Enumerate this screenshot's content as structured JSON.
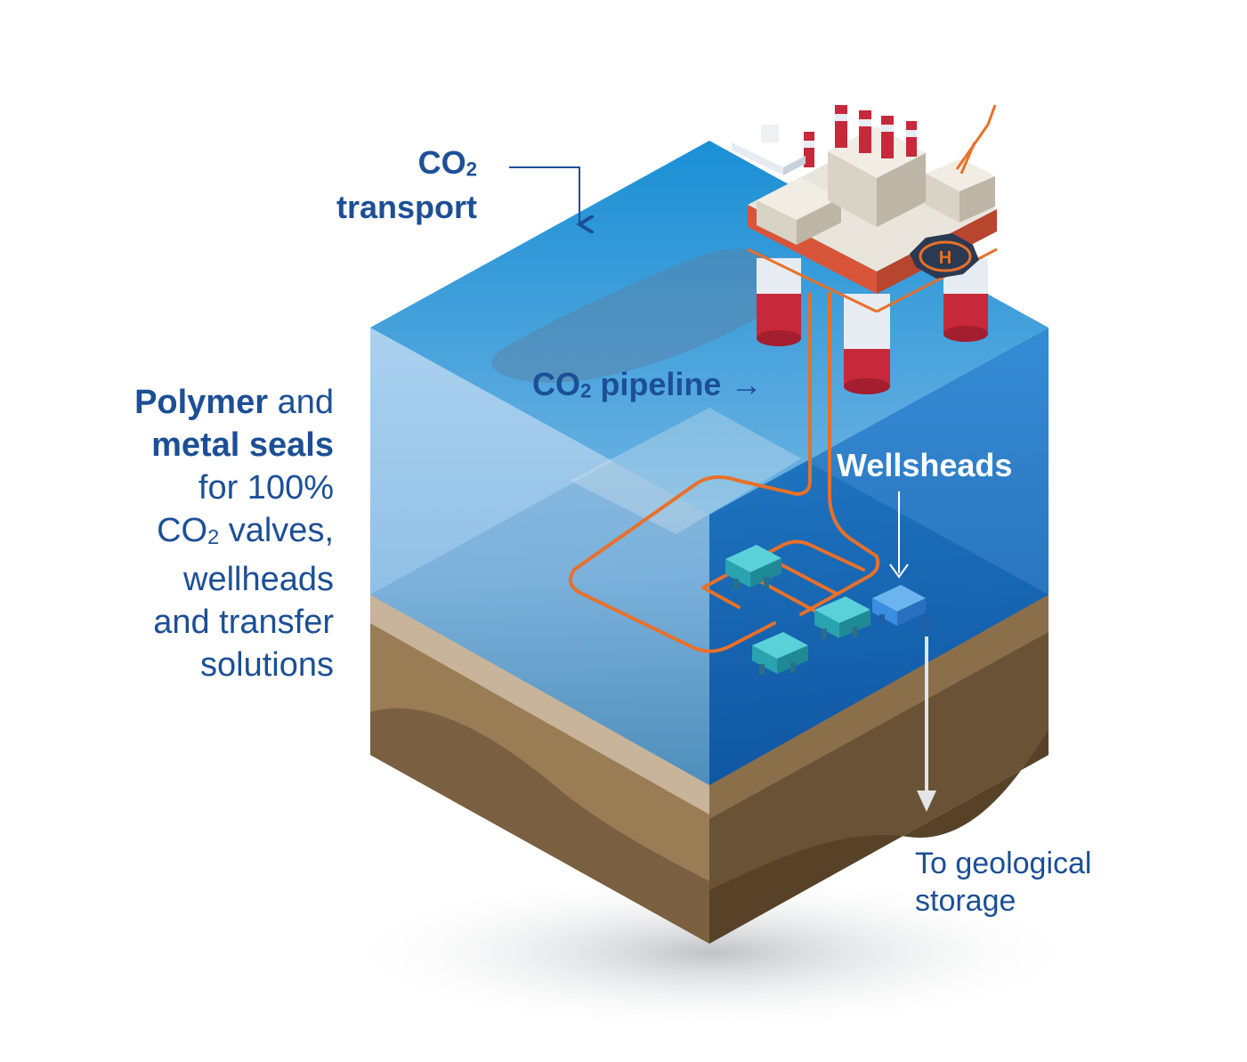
{
  "labels": {
    "co2_transport": {
      "co": "CO",
      "sub": "2",
      "rest": "transport"
    },
    "co2_pipeline": {
      "co": "CO",
      "sub": "2",
      "rest": " pipeline →"
    },
    "wellheads": "Wellsheads",
    "seals": {
      "polymer": "Polymer",
      "and": " and",
      "metal_seals": "metal seals",
      "line3": "for 100%",
      "line4_co": "CO",
      "line4_sub": "2",
      "line4_rest": " valves,",
      "line5": "wellheads",
      "line6": "and transfer",
      "line7": "solutions"
    },
    "storage": "To geological storage"
  },
  "colors": {
    "text_blue": "#1c4f96",
    "pipeline_orange": "#e8702a",
    "sea_top": "#2b92d6",
    "sea_light": "#8ec3ea",
    "sea_deep": "#0c5fae",
    "seabed_left": "#4a90b8",
    "seabed_right": "#3a5f82",
    "earth_left": "#9a7d55",
    "earth_right": "#6a5236",
    "wellhead_teal": "#3ab7c4",
    "active_wellhead_blue": "#3b8ee0",
    "platform_red": "#c7283a"
  },
  "icons": [
    "offshore-platform-icon",
    "helipad-icon",
    "crane-icon",
    "ship-icon",
    "wellhead-icon"
  ]
}
